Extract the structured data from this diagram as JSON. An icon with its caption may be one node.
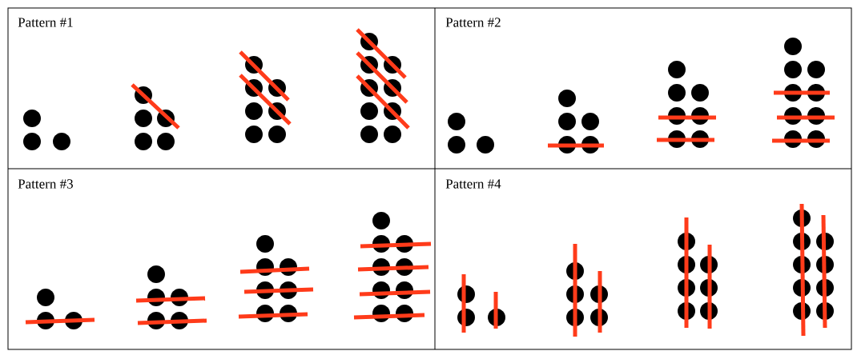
{
  "diagram": {
    "labels": [
      "Pattern #1",
      "Pattern #2",
      "Pattern #3",
      "Pattern #4"
    ]
  }
}
